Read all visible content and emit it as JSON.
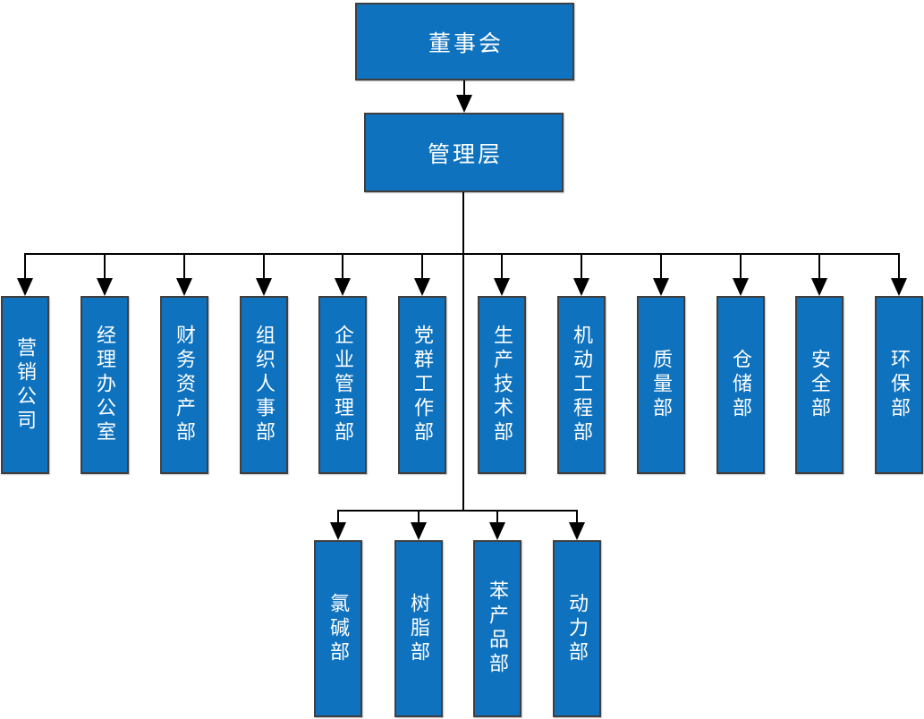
{
  "colors": {
    "box_fill": "#0E72BE",
    "box_border": "#3F3F3F",
    "box_text": "#FFFFFF",
    "line": "#000000"
  },
  "chart": {
    "type": "org-chart",
    "root": {
      "label": "董事会"
    },
    "management": {
      "label": "管理层"
    },
    "departments": [
      {
        "label": "营销公司"
      },
      {
        "label": "经理办公室"
      },
      {
        "label": "财务资产部"
      },
      {
        "label": "组织人事部"
      },
      {
        "label": "企业管理部"
      },
      {
        "label": "党群工作部"
      },
      {
        "label": "生产技术部"
      },
      {
        "label": "机动工程部"
      },
      {
        "label": "质量部"
      },
      {
        "label": "仓储部"
      },
      {
        "label": "安全部"
      },
      {
        "label": "环保部"
      }
    ],
    "sub_departments": [
      {
        "label": "氯碱部"
      },
      {
        "label": "树脂部"
      },
      {
        "label": "苯产品部"
      },
      {
        "label": "动力部"
      }
    ]
  }
}
